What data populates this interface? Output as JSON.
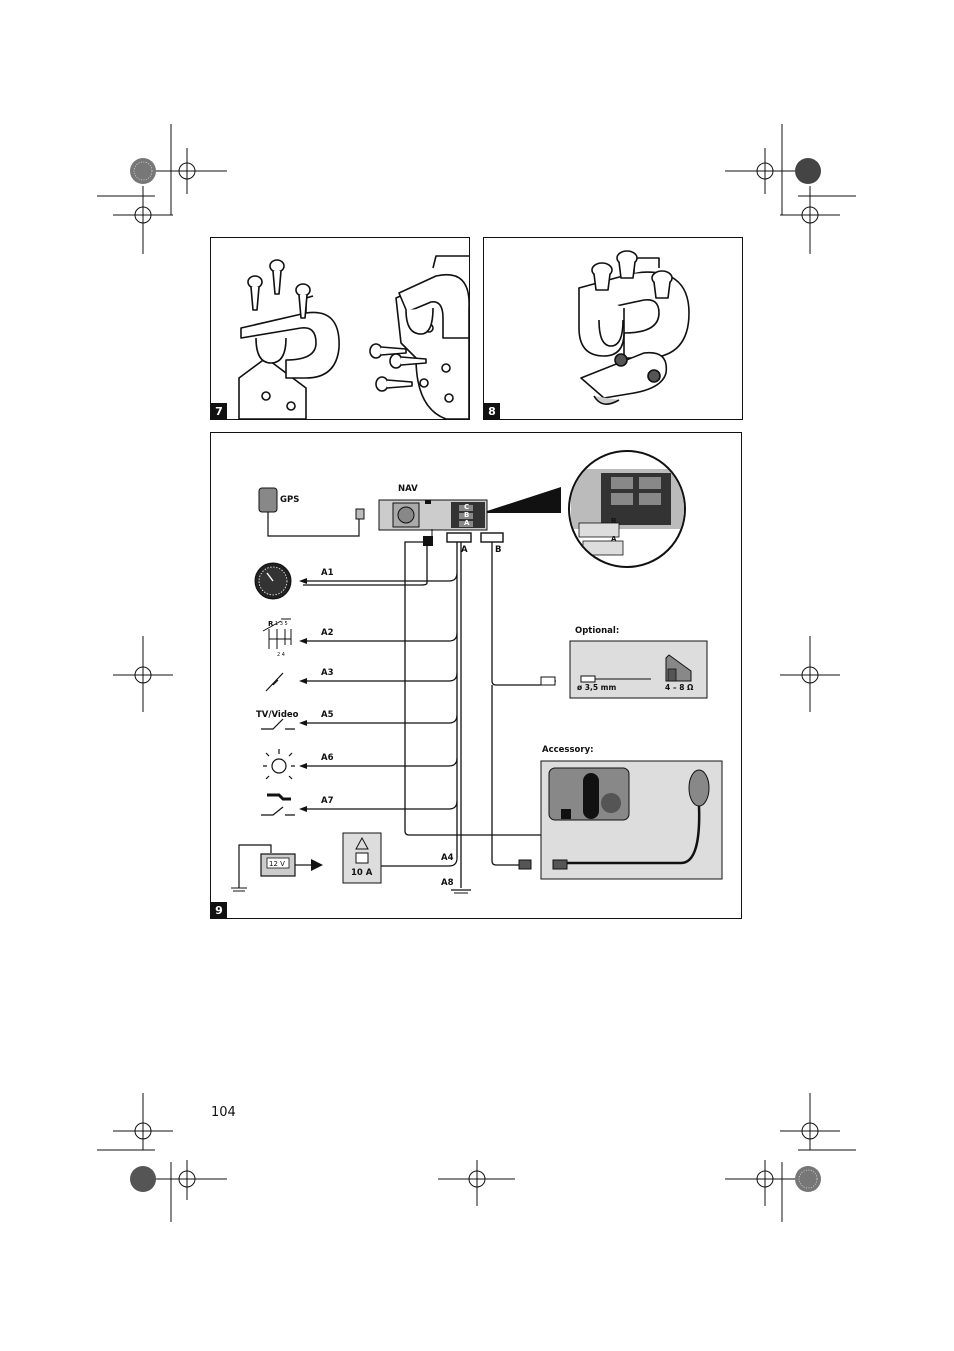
{
  "page": {
    "number": "104"
  },
  "figures": [
    {
      "id": "fig7",
      "number": "7"
    },
    {
      "id": "fig8",
      "number": "8"
    },
    {
      "id": "fig9",
      "number": "9"
    }
  ],
  "diagram": {
    "labels": {
      "gps": "GPS",
      "nav": "NAV",
      "a1": "A1",
      "a2": "A2",
      "a3": "A3",
      "a4": "A4",
      "a5": "A5",
      "a6": "A6",
      "a7": "A7",
      "a8": "A8",
      "connector_a": "A",
      "connector_b": "B",
      "tv_video": "TV/Video",
      "optional": "Optional:",
      "jack": "ø 3,5 mm",
      "impedance": "4 – 8 Ω",
      "accessory": "Accessory:",
      "fuse": "10 A",
      "battery": "12 V",
      "gear_r": "R",
      "gear_top": "1  3  5",
      "gear_bottom": "2  4",
      "zoom_b": "B",
      "zoom_a": "A",
      "unit_c": "C",
      "unit_b": "B",
      "unit_a": "A"
    }
  }
}
